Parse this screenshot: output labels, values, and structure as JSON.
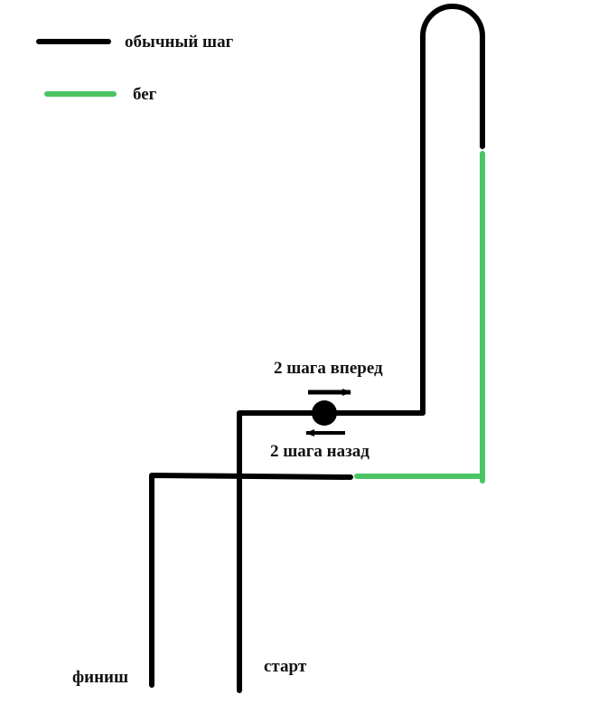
{
  "legend": {
    "walk_label": "обычный шаг",
    "run_label": "бег"
  },
  "labels": {
    "forward": "2 шага вперед",
    "back": "2 шага назад",
    "start": "старт",
    "finish": "финиш"
  },
  "colors": {
    "walk": "#000000",
    "run": "#4cc463"
  }
}
